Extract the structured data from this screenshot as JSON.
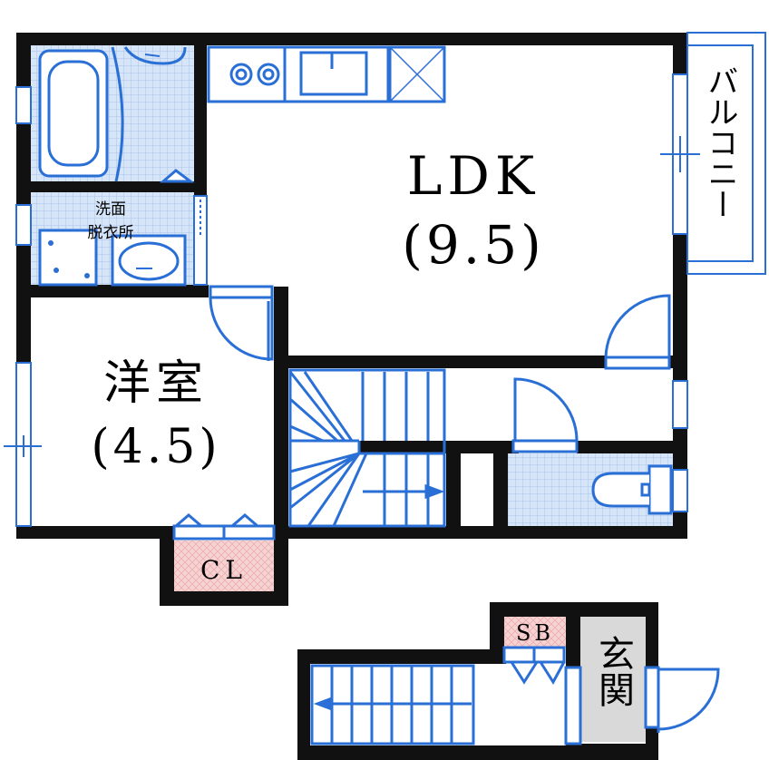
{
  "rooms": {
    "ldk": {
      "name": "LDK",
      "size": "(9.5)"
    },
    "western": {
      "name": "洋室",
      "size": "(4.5)"
    },
    "washroom": {
      "line1": "洗面",
      "line2": "脱衣所"
    },
    "closet": "CL",
    "shoebox": "SB",
    "entrance": "玄関",
    "balcony": "バルコニー"
  },
  "colors": {
    "wall": "#111111",
    "fixture": "#2a6fd6",
    "tile": "#c9dcf5",
    "closet_fill": "#f6cccc",
    "entrance_fill": "#d9d9d9"
  }
}
